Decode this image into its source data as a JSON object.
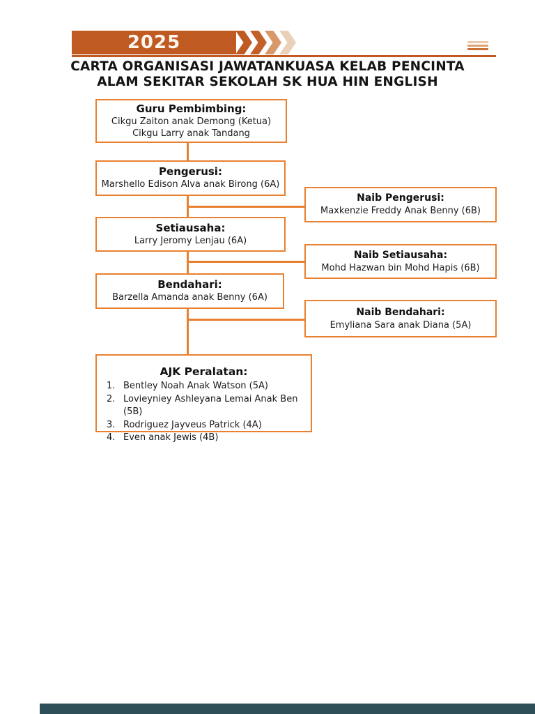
{
  "page": {
    "title_line1": "CARTA ORGANISASI JAWATANKUASA KELAB PENCINTA",
    "title_line2": "ALAM SEKITAR SEKOLAH SK HUA HIN ENGLISH",
    "background": "#ffffff",
    "bottom_bar_color": "#2f4f58"
  },
  "header": {
    "year": "2025",
    "banner_color": "#bf5a22",
    "rule_color": "#bf5a22",
    "chevron_colors": [
      "#bf5a22",
      "#c3602a",
      "#d8996a",
      "#ead0b8"
    ],
    "menu_icon": "menu-lines-icon"
  },
  "colors": {
    "box_border": "#e8802f",
    "connector": "#e8802f",
    "text": "#161616"
  },
  "org_chart": {
    "boxes": [
      {
        "title": "Guru Pembimbing:",
        "lines": [
          "Cikgu Zaiton anak Demong (Ketua)",
          "Cikgu Larry anak Tandang"
        ]
      },
      {
        "title": "Pengerusi:",
        "lines": [
          "Marshello Edison Alva anak Birong (6A)"
        ]
      },
      {
        "title": "Naib Pengerusi:",
        "lines": [
          "Maxkenzie Freddy Anak Benny (6B)"
        ]
      },
      {
        "title": "Setiausaha:",
        "lines": [
          "Larry Jeromy Lenjau (6A)"
        ]
      },
      {
        "title": "Naib Setiausaha:",
        "lines": [
          "Mohd Hazwan bin Mohd Hapis (6B)"
        ]
      },
      {
        "title": "Bendahari:",
        "lines": [
          "Barzella Amanda anak Benny (6A)"
        ]
      },
      {
        "title": "Naib Bendahari:",
        "lines": [
          "Emyliana Sara anak Diana (5A)"
        ]
      },
      {
        "title": "AJK Peralatan:",
        "items": [
          {
            "num": "1.",
            "text": "Bentley Noah Anak Watson (5A)"
          },
          {
            "num": "2.",
            "text": "Lovieyniey Ashleyana Lemai Anak Ben (5B)"
          },
          {
            "num": "3.",
            "text": "Rodriguez Jayveus Patrick (4A)"
          },
          {
            "num": "4.",
            "text": "Even anak Jewis (4B)"
          }
        ]
      }
    ]
  }
}
